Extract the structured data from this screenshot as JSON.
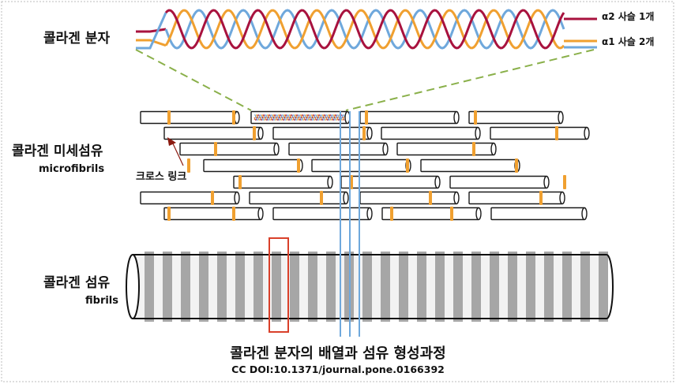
{
  "labels": {
    "molecule": "콜라겐 분자",
    "microfibril": "콜라겐 미세섬유",
    "microfibril_en": "microfibrils",
    "crosslink": "크로스 링크",
    "fibril": "콜라겐 섬유",
    "fibril_en": "fibrils",
    "alpha2": "α2 사슬 1개",
    "alpha1": "α1 사슬 2개",
    "title": "콜라겐 분자의 배열과 섬유 형성과정",
    "credit": "CC DOI:10.1371/journal.pone.0166392"
  },
  "colors": {
    "alpha2": "#a8123e",
    "alpha1": "#f0a030",
    "blue": "#6fa8dc",
    "crosslink": "#f0a030",
    "dash": "#8ab04a",
    "highlight": "#d9402a",
    "band": "#a6a6a6",
    "arrow": "#8b1a10"
  }
}
